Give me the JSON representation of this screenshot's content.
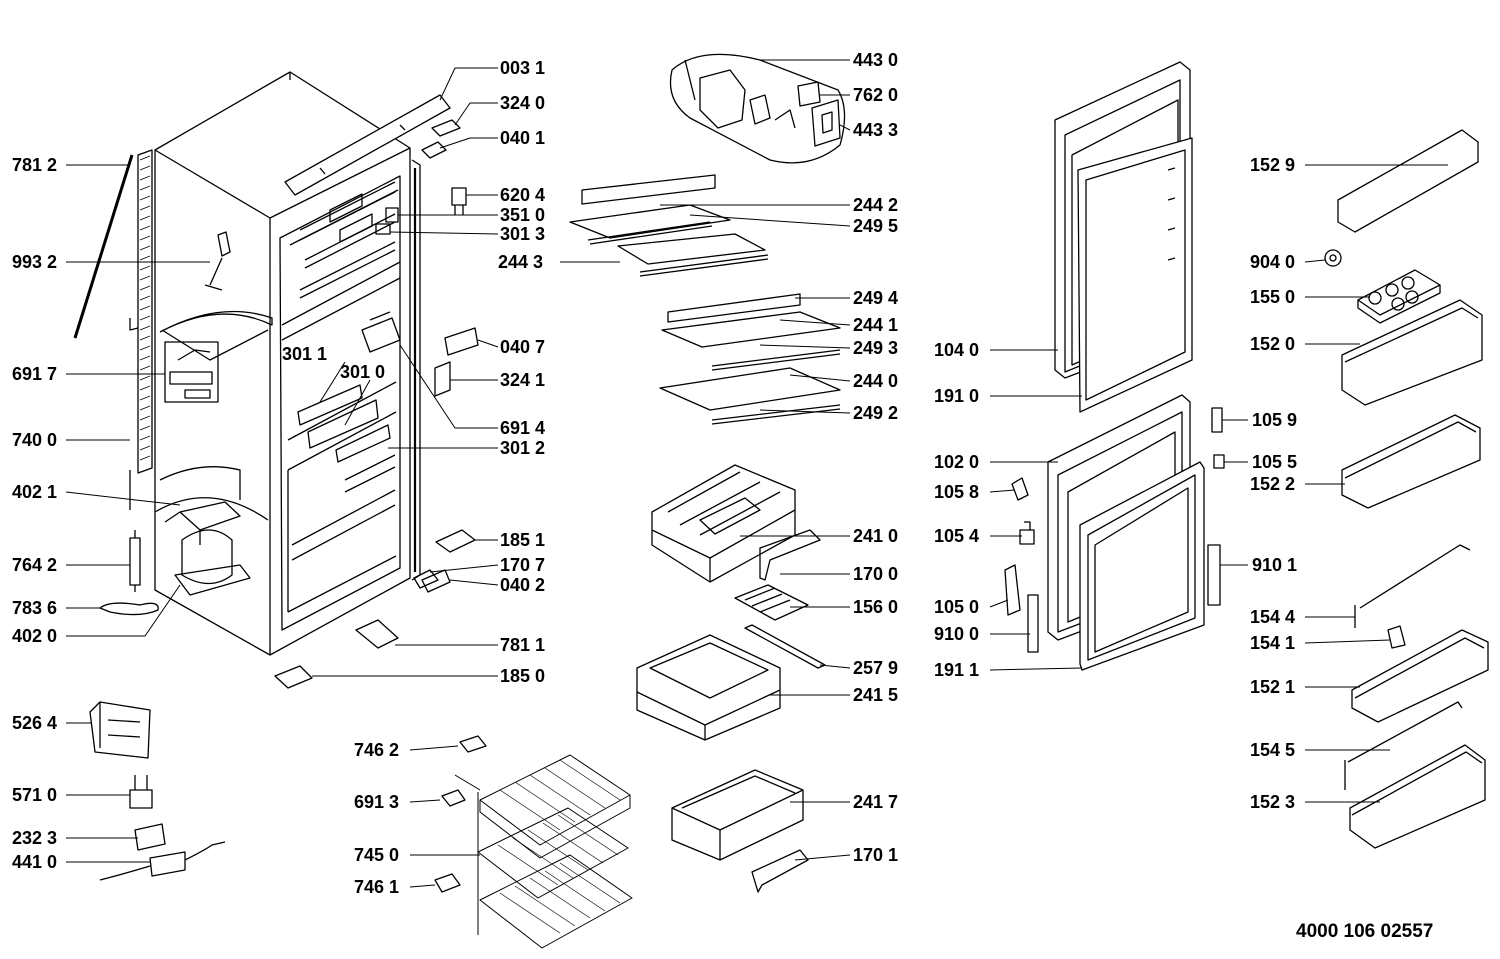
{
  "document_number": "4000 106 02557",
  "labels": {
    "l7812": "781 2",
    "l9932": "993 2",
    "l6917": "691 7",
    "l7400": "740 0",
    "l4021": "402 1",
    "l7642": "764 2",
    "l7836": "783 6",
    "l4020": "402 0",
    "l5264": "526 4",
    "l5710": "571 0",
    "l2323": "232 3",
    "l4410": "441 0",
    "l0031": "003 1",
    "l3240": "324 0",
    "l0401": "040 1",
    "l6204": "620 4",
    "l3510": "351 0",
    "l3013": "301 3",
    "l3011": "301 1",
    "l3010": "301 0",
    "l0407": "040 7",
    "l3241": "324 1",
    "l6914": "691 4",
    "l3012": "301 2",
    "l1851": "185 1",
    "l1707": "170 7",
    "l0402": "040 2",
    "l7811": "781 1",
    "l1850": "185 0",
    "l7462": "746 2",
    "l6913": "691 3",
    "l7450": "745 0",
    "l7461": "746 1",
    "l4430": "443 0",
    "l7620": "762 0",
    "l4433": "443 3",
    "l2442": "244 2",
    "l2495": "249 5",
    "l2443": "244 3",
    "l2494": "249 4",
    "l2441": "244 1",
    "l2493": "249 3",
    "l2440": "244 0",
    "l2492": "249 2",
    "l2410": "241 0",
    "l1700": "170 0",
    "l1560": "156 0",
    "l2579": "257 9",
    "l2415": "241 5",
    "l2417": "241 7",
    "l1701": "170 1",
    "l1040": "104 0",
    "l1910": "191 0",
    "l1020": "102 0",
    "l1058": "105 8",
    "l1054": "105 4",
    "l1050": "105 0",
    "l9100": "910 0",
    "l1911": "191 1",
    "l1529": "152 9",
    "l9040": "904 0",
    "l1550": "155 0",
    "l1520": "152 0",
    "l1059": "105 9",
    "l1055": "105 5",
    "l1522": "152 2",
    "l9101": "910 1",
    "l1544": "154 4",
    "l1541": "154 1",
    "l1521": "152 1",
    "l1545": "154 5",
    "l1523": "152 3"
  }
}
